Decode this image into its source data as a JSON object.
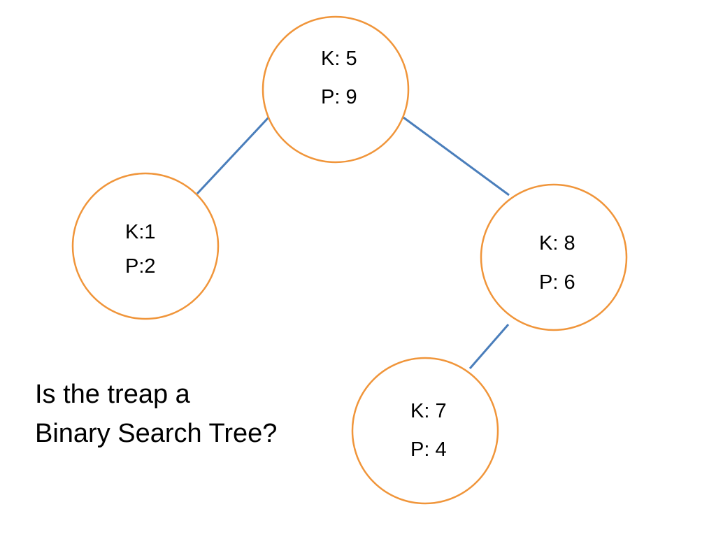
{
  "colors": {
    "edge": "#4a7ebb",
    "node_border": "#f0953a",
    "text": "#000000",
    "background": "#ffffff"
  },
  "nodes": [
    {
      "id": "root",
      "key_label": "K: 5",
      "priority_label": "P: 9"
    },
    {
      "id": "left",
      "key_label": "K:1",
      "priority_label": "P:2"
    },
    {
      "id": "right",
      "key_label": "K: 8",
      "priority_label": "P: 6"
    },
    {
      "id": "right-left",
      "key_label": "K: 7",
      "priority_label": "P: 4"
    }
  ],
  "edges": [
    {
      "from": "root",
      "to": "left"
    },
    {
      "from": "root",
      "to": "right"
    },
    {
      "from": "right",
      "to": "right-left"
    }
  ],
  "question": {
    "line1": "Is the treap a",
    "line2": "Binary Search Tree?"
  }
}
